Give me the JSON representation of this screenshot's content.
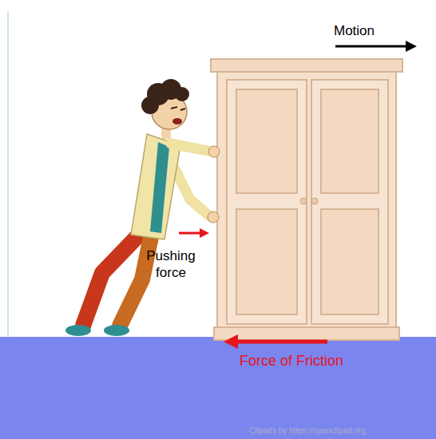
{
  "diagram": {
    "labels": [
      "Motion",
      "Pushing force",
      "Force of Friction",
      "Cliparts by https://openclipart.org"
    ]
  }
}
